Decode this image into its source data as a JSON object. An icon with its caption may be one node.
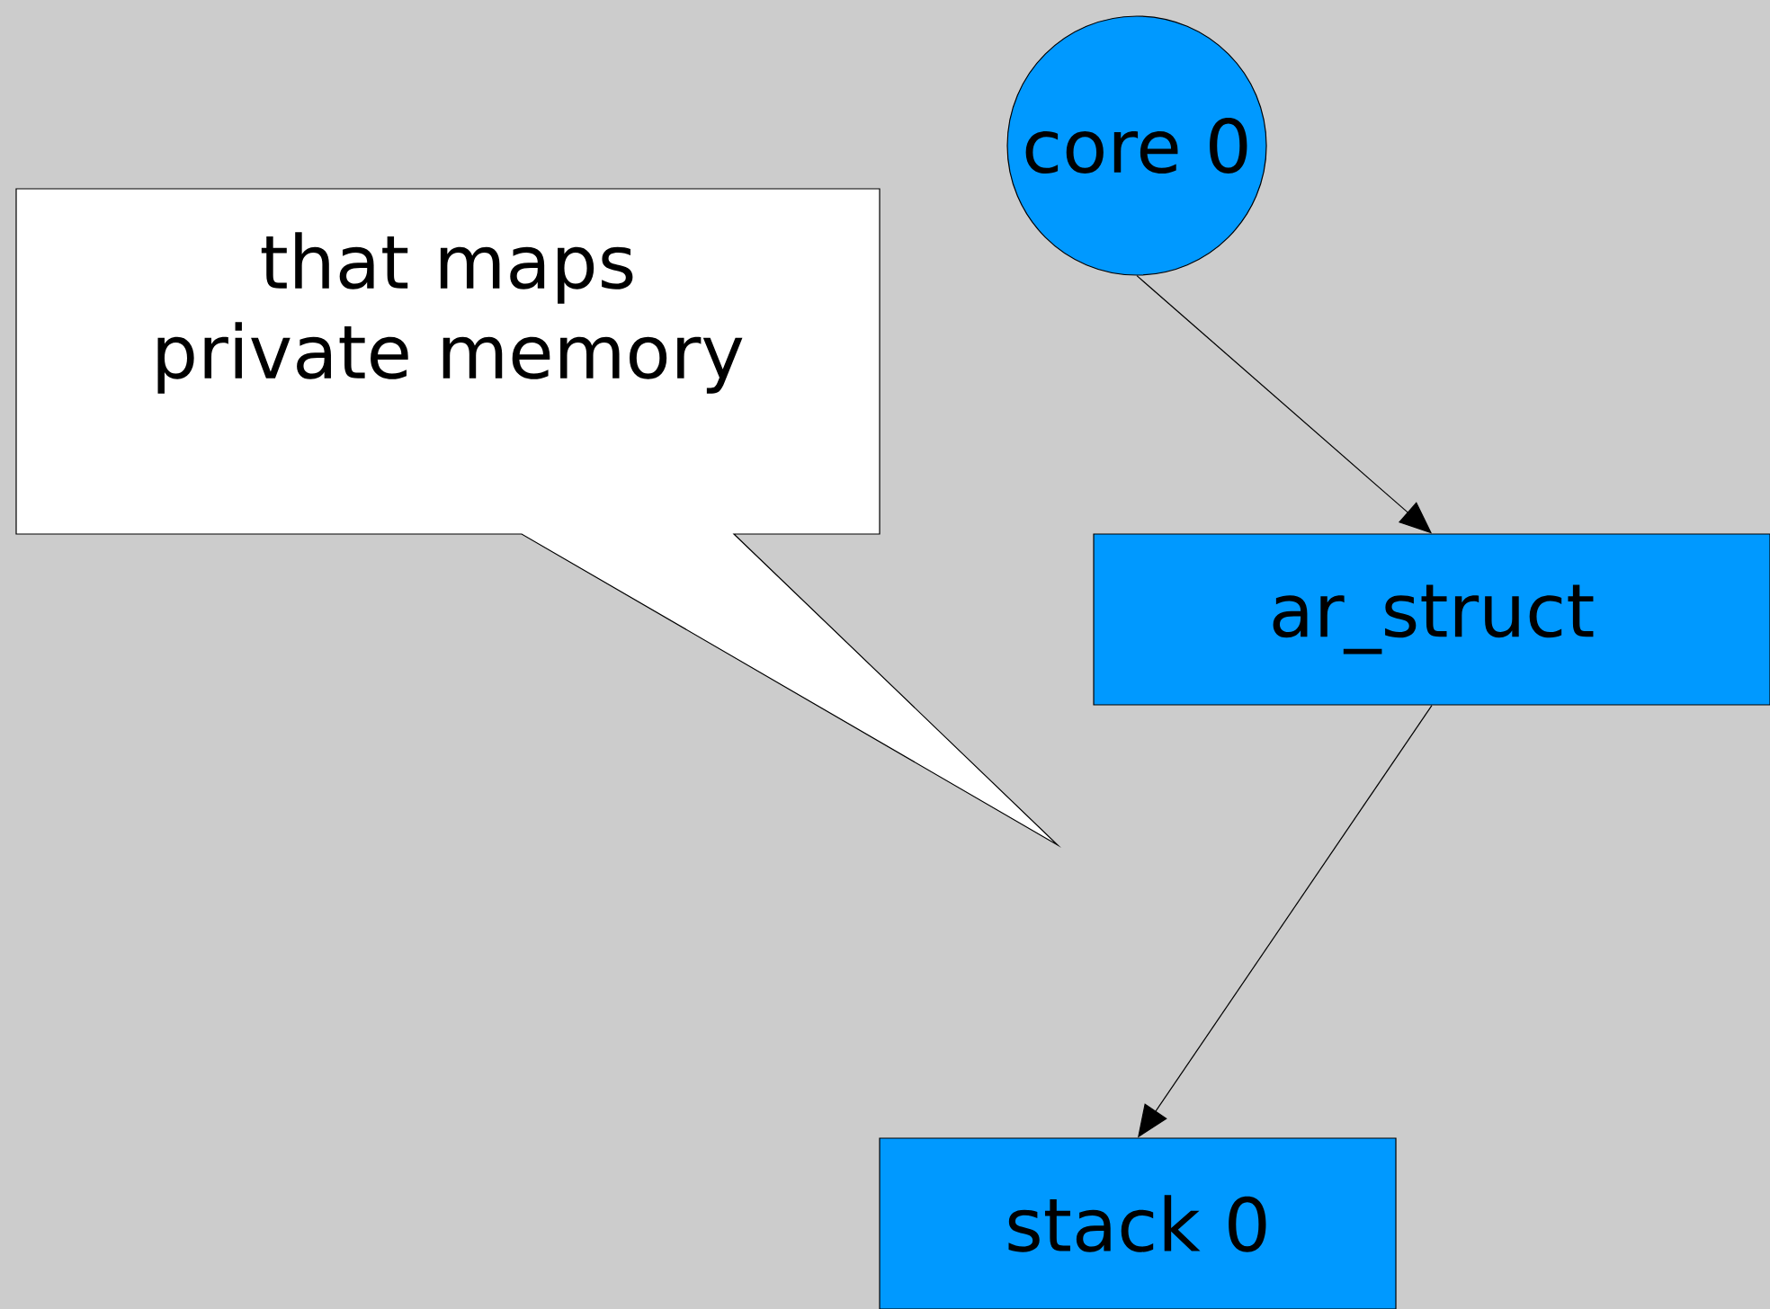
{
  "diagram": {
    "nodes": [
      {
        "text": [
          "core 0"
        ]
      },
      {
        "text": [
          "ar_struct"
        ]
      },
      {
        "text": [
          "stack 0"
        ]
      },
      {
        "text": [
          "that maps private memory"
        ]
      }
    ],
    "edges": [
      {
        "from": 0,
        "to": 1,
        "arrow": "to"
      },
      {
        "from": 1,
        "to": 2,
        "arrow": "to"
      }
    ]
  }
}
